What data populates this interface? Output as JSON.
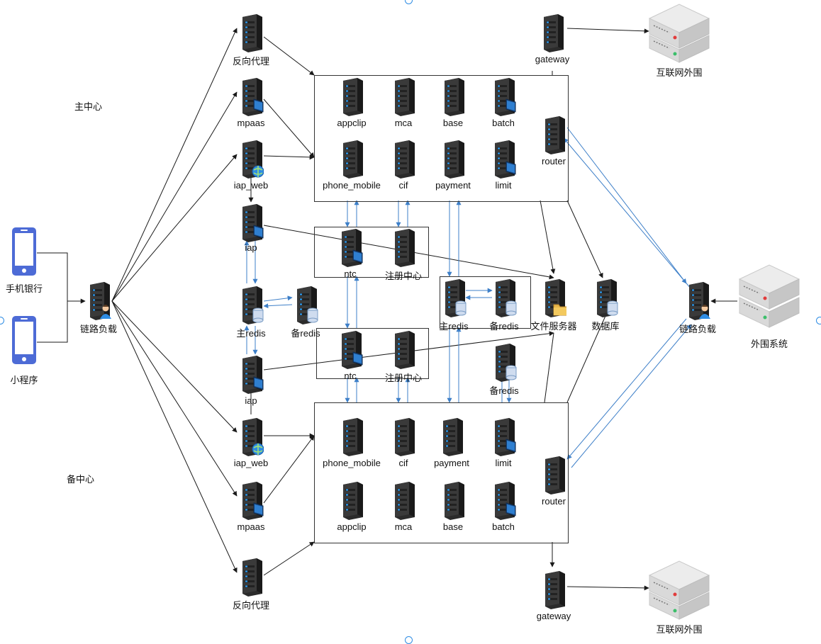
{
  "diagram": {
    "zones": {
      "primary": "主中心",
      "backup": "备中心"
    },
    "clients": {
      "mobile_bank": "手机银行",
      "mini_program": "小程序"
    },
    "load_balancer_left": "链路负载",
    "load_balancer_right": "链路负载",
    "external_systems": "外围系统",
    "internet_top": "互联网外围",
    "internet_bottom": "互联网外围",
    "file_server": "文件服务器",
    "database": "数据库",
    "primary_center": {
      "reverse_proxy": "反向代理",
      "mpaas": "mpaas",
      "iap_web": "iap_web",
      "iap": "iap",
      "gateway": "gateway",
      "router": "router",
      "services_row1": [
        "appclip",
        "mca",
        "base",
        "batch"
      ],
      "services_row2": [
        "phone_mobile",
        "cif",
        "payment",
        "limit"
      ],
      "ntc": "ntc",
      "registry": "注册中心",
      "redis_master": "主redis",
      "redis_slave": "备redis"
    },
    "backup_center": {
      "reverse_proxy": "反向代理",
      "mpaas": "mpaas",
      "iap_web": "iap_web",
      "iap": "iap",
      "gateway": "gateway",
      "router": "router",
      "services_row1": [
        "phone_mobile",
        "cif",
        "payment",
        "limit"
      ],
      "services_row2": [
        "appclip",
        "mca",
        "base",
        "batch"
      ],
      "ntc": "ntc",
      "registry": "注册中心",
      "redis_slave": "备redis"
    },
    "shared_redis": {
      "master": "主redis",
      "slave": "备redis"
    },
    "colors": {
      "line_black": "#1a1a1a",
      "line_blue": "#3d7fc8",
      "server_dark": "#2b2b2b",
      "server_led": "#2ba3ff",
      "phone_blue": "#4d6bd6",
      "handle": "#2f8de4"
    }
  }
}
